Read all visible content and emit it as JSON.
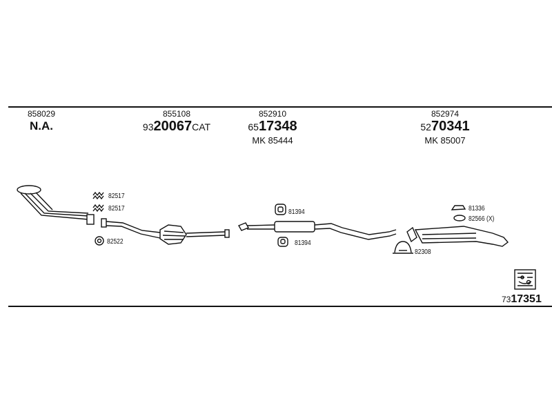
{
  "groups": [
    {
      "code": "858029",
      "na": "N.A."
    },
    {
      "code": "855108",
      "ref_prefix": "93",
      "ref_main": "20067",
      "ref_suffix": "CAT"
    },
    {
      "code": "852910",
      "ref_prefix": "65",
      "ref_main": "17348",
      "ref_suffix": "",
      "mk": "MK  85444"
    },
    {
      "code": "852974",
      "ref_prefix": "52",
      "ref_main": "70341",
      "ref_suffix": "",
      "mk": "MK  85007"
    }
  ],
  "part_labels": {
    "a": "82517",
    "b": "82517",
    "c": "82522",
    "d": "81394",
    "e": "81394",
    "f": "81336",
    "g": "82566 (X)",
    "h": "82308"
  },
  "bottom_ref": {
    "prefix": "73",
    "main": "17351"
  }
}
